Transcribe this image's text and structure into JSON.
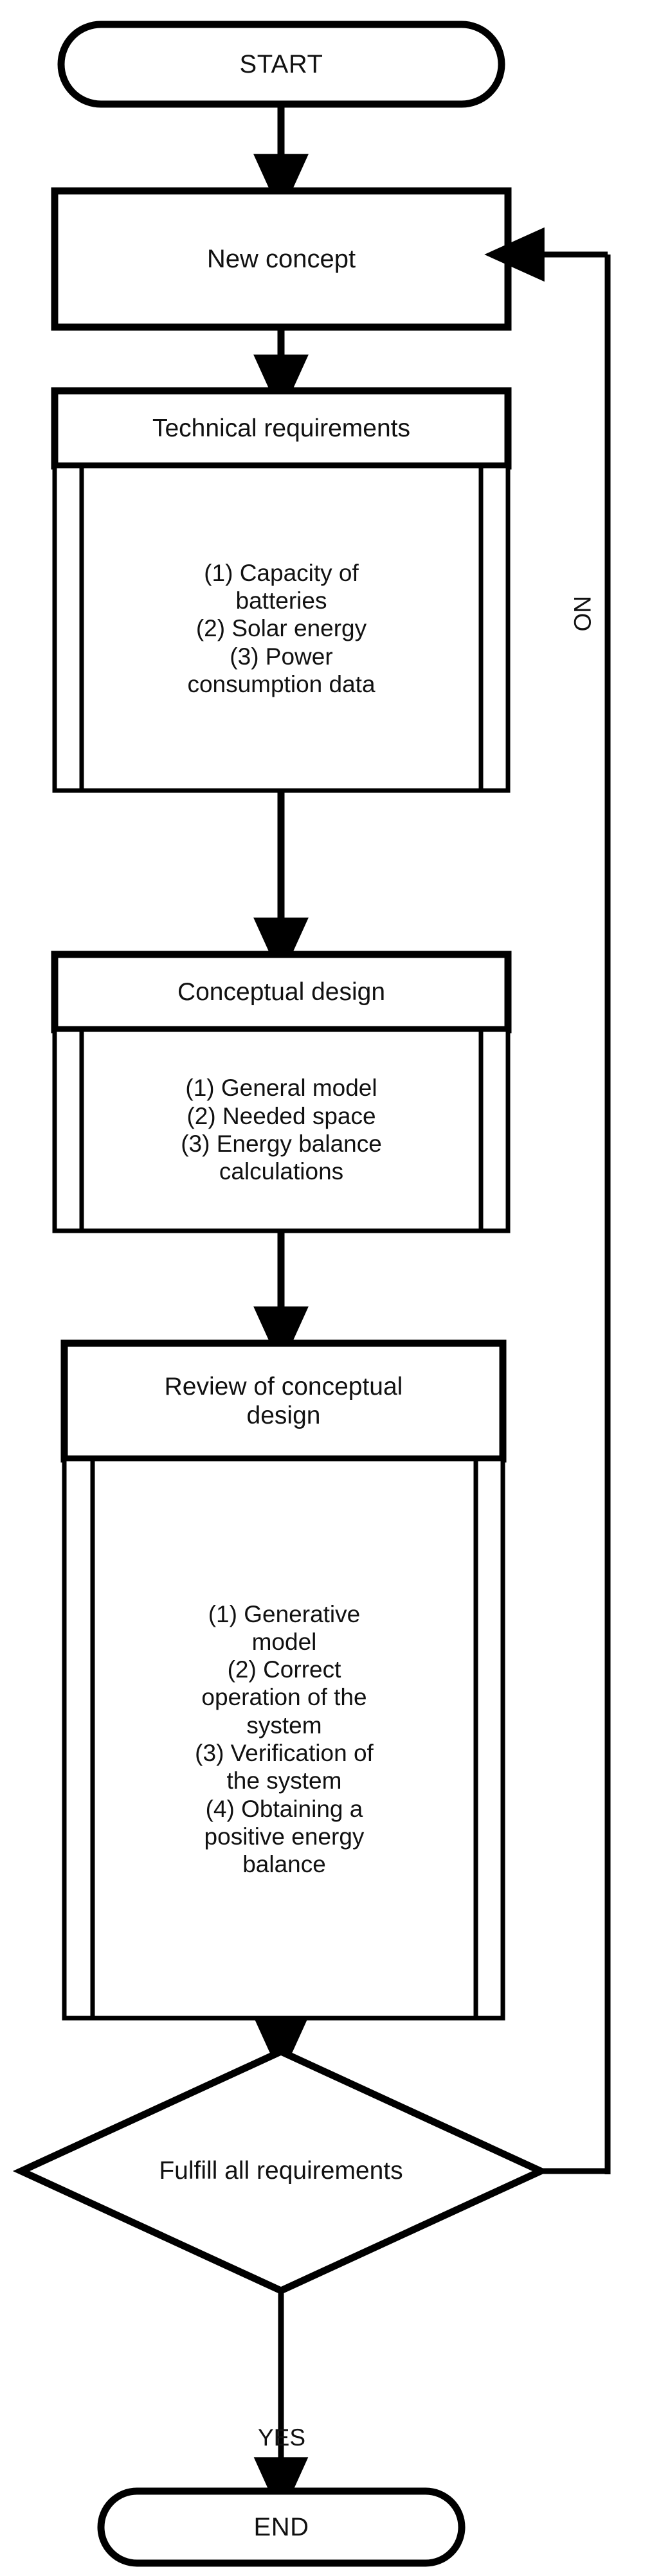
{
  "diagram": {
    "type": "flowchart",
    "orientation": "top-to-bottom",
    "title": "Design process flowchart",
    "background_color": "#ffffff",
    "line_color": "#000000",
    "text_color": "#111111"
  },
  "nodes": {
    "start": {
      "shape": "terminator",
      "label": "START"
    },
    "new_concept": {
      "shape": "process",
      "label": "New concept"
    },
    "technical_requirements": {
      "shape": "predefined-process",
      "header": "Technical requirements",
      "items": [
        "(1) Capacity of batteries",
        "(2) Solar energy",
        "(3) Power consumption data"
      ],
      "body_text": "(1) Capacity of\nbatteries\n(2) Solar energy\n(3) Power\nconsumption data"
    },
    "conceptual_design": {
      "shape": "predefined-process",
      "header": "Conceptual design",
      "items": [
        "(1) General model",
        "(2) Needed space",
        "(3) Energy balance calculations"
      ],
      "body_text": "(1) General model\n(2) Needed space\n(3) Energy balance\ncalculations"
    },
    "review_conceptual_design": {
      "shape": "predefined-process",
      "header": "Review of conceptual design",
      "header_text": "Review of conceptual\ndesign",
      "items": [
        "(1) Generative model",
        "(2) Correct operation of the system",
        "(3) Verification of the system",
        "(4) Obtaining a positive energy balance"
      ],
      "body_text": "(1) Generative\nmodel\n(2) Correct\noperation of the\nsystem\n(3) Verification of\nthe system\n(4) Obtaining a\npositive energy\nbalance"
    },
    "decision": {
      "shape": "decision",
      "label": "Fulfill all requirements"
    },
    "end": {
      "shape": "terminator",
      "label": "END"
    }
  },
  "edges": [
    {
      "from": "start",
      "to": "new_concept",
      "label": ""
    },
    {
      "from": "new_concept",
      "to": "technical_requirements",
      "label": ""
    },
    {
      "from": "technical_requirements",
      "to": "conceptual_design",
      "label": ""
    },
    {
      "from": "conceptual_design",
      "to": "review_conceptual_design",
      "label": ""
    },
    {
      "from": "review_conceptual_design",
      "to": "decision",
      "label": ""
    },
    {
      "from": "decision",
      "to": "end",
      "label": "YES"
    },
    {
      "from": "decision",
      "to": "new_concept",
      "label": "NO"
    }
  ],
  "edge_labels": {
    "no": "NO",
    "yes": "YES"
  }
}
